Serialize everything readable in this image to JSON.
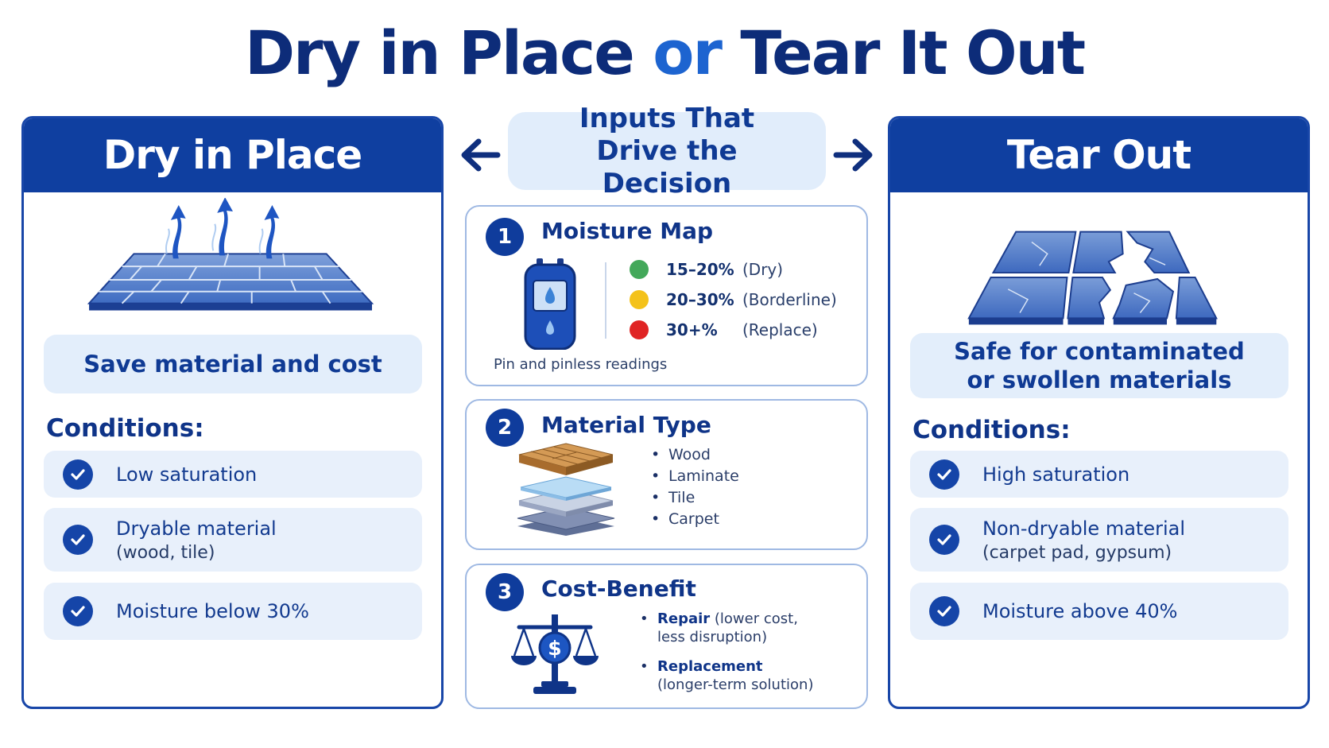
{
  "title": {
    "part1": "Dry in Place",
    "connector": "or",
    "part2": "Tear It Out"
  },
  "center": {
    "heading": "Inputs That Drive the Decision",
    "cards": [
      {
        "number": "1",
        "title": "Moisture Map",
        "readings": [
          {
            "value": "15–20%",
            "label": "(Dry)",
            "color": "#43a85a"
          },
          {
            "value": "20–30%",
            "label": "(Borderline)",
            "color": "#f4c21a"
          },
          {
            "value": "30+%",
            "label": "(Replace)",
            "color": "#e02424"
          }
        ],
        "caption": "Pin and pinless readings"
      },
      {
        "number": "2",
        "title": "Material Type",
        "items": [
          "Wood",
          "Laminate",
          "Tile",
          "Carpet"
        ]
      },
      {
        "number": "3",
        "title": "Cost-Benefit",
        "options": [
          {
            "label": "Repair",
            "detail_line1": "(lower cost,",
            "detail_line2": "less disruption)"
          },
          {
            "label": "Replacement",
            "detail_line1": "(longer-term solution)"
          }
        ]
      }
    ]
  },
  "left_panel": {
    "heading": "Dry in Place",
    "highlight": "Save material and cost",
    "conditions_title": "Conditions:",
    "conditions": [
      {
        "text": "Low saturation"
      },
      {
        "text": "Dryable material",
        "sub": "(wood, tile)"
      },
      {
        "text": "Moisture below 30%"
      }
    ]
  },
  "right_panel": {
    "heading": "Tear Out",
    "highlight_line1": "Safe for contaminated",
    "highlight_line2": "or swollen materials",
    "conditions_title": "Conditions:",
    "conditions": [
      {
        "text": "High saturation"
      },
      {
        "text": "Non-dryable material",
        "sub": "(carpet pad, gypsum)"
      },
      {
        "text": "Moisture above 40%"
      }
    ]
  },
  "icons": {
    "check": "check-icon",
    "arrow_left": "arrow-left-icon",
    "arrow_right": "arrow-right-icon",
    "floor_drying": "drying-floor-icon",
    "floor_broken": "broken-tiles-icon",
    "meter": "moisture-meter-icon",
    "layers": "material-layers-icon",
    "scale": "balance-scale-icon"
  }
}
